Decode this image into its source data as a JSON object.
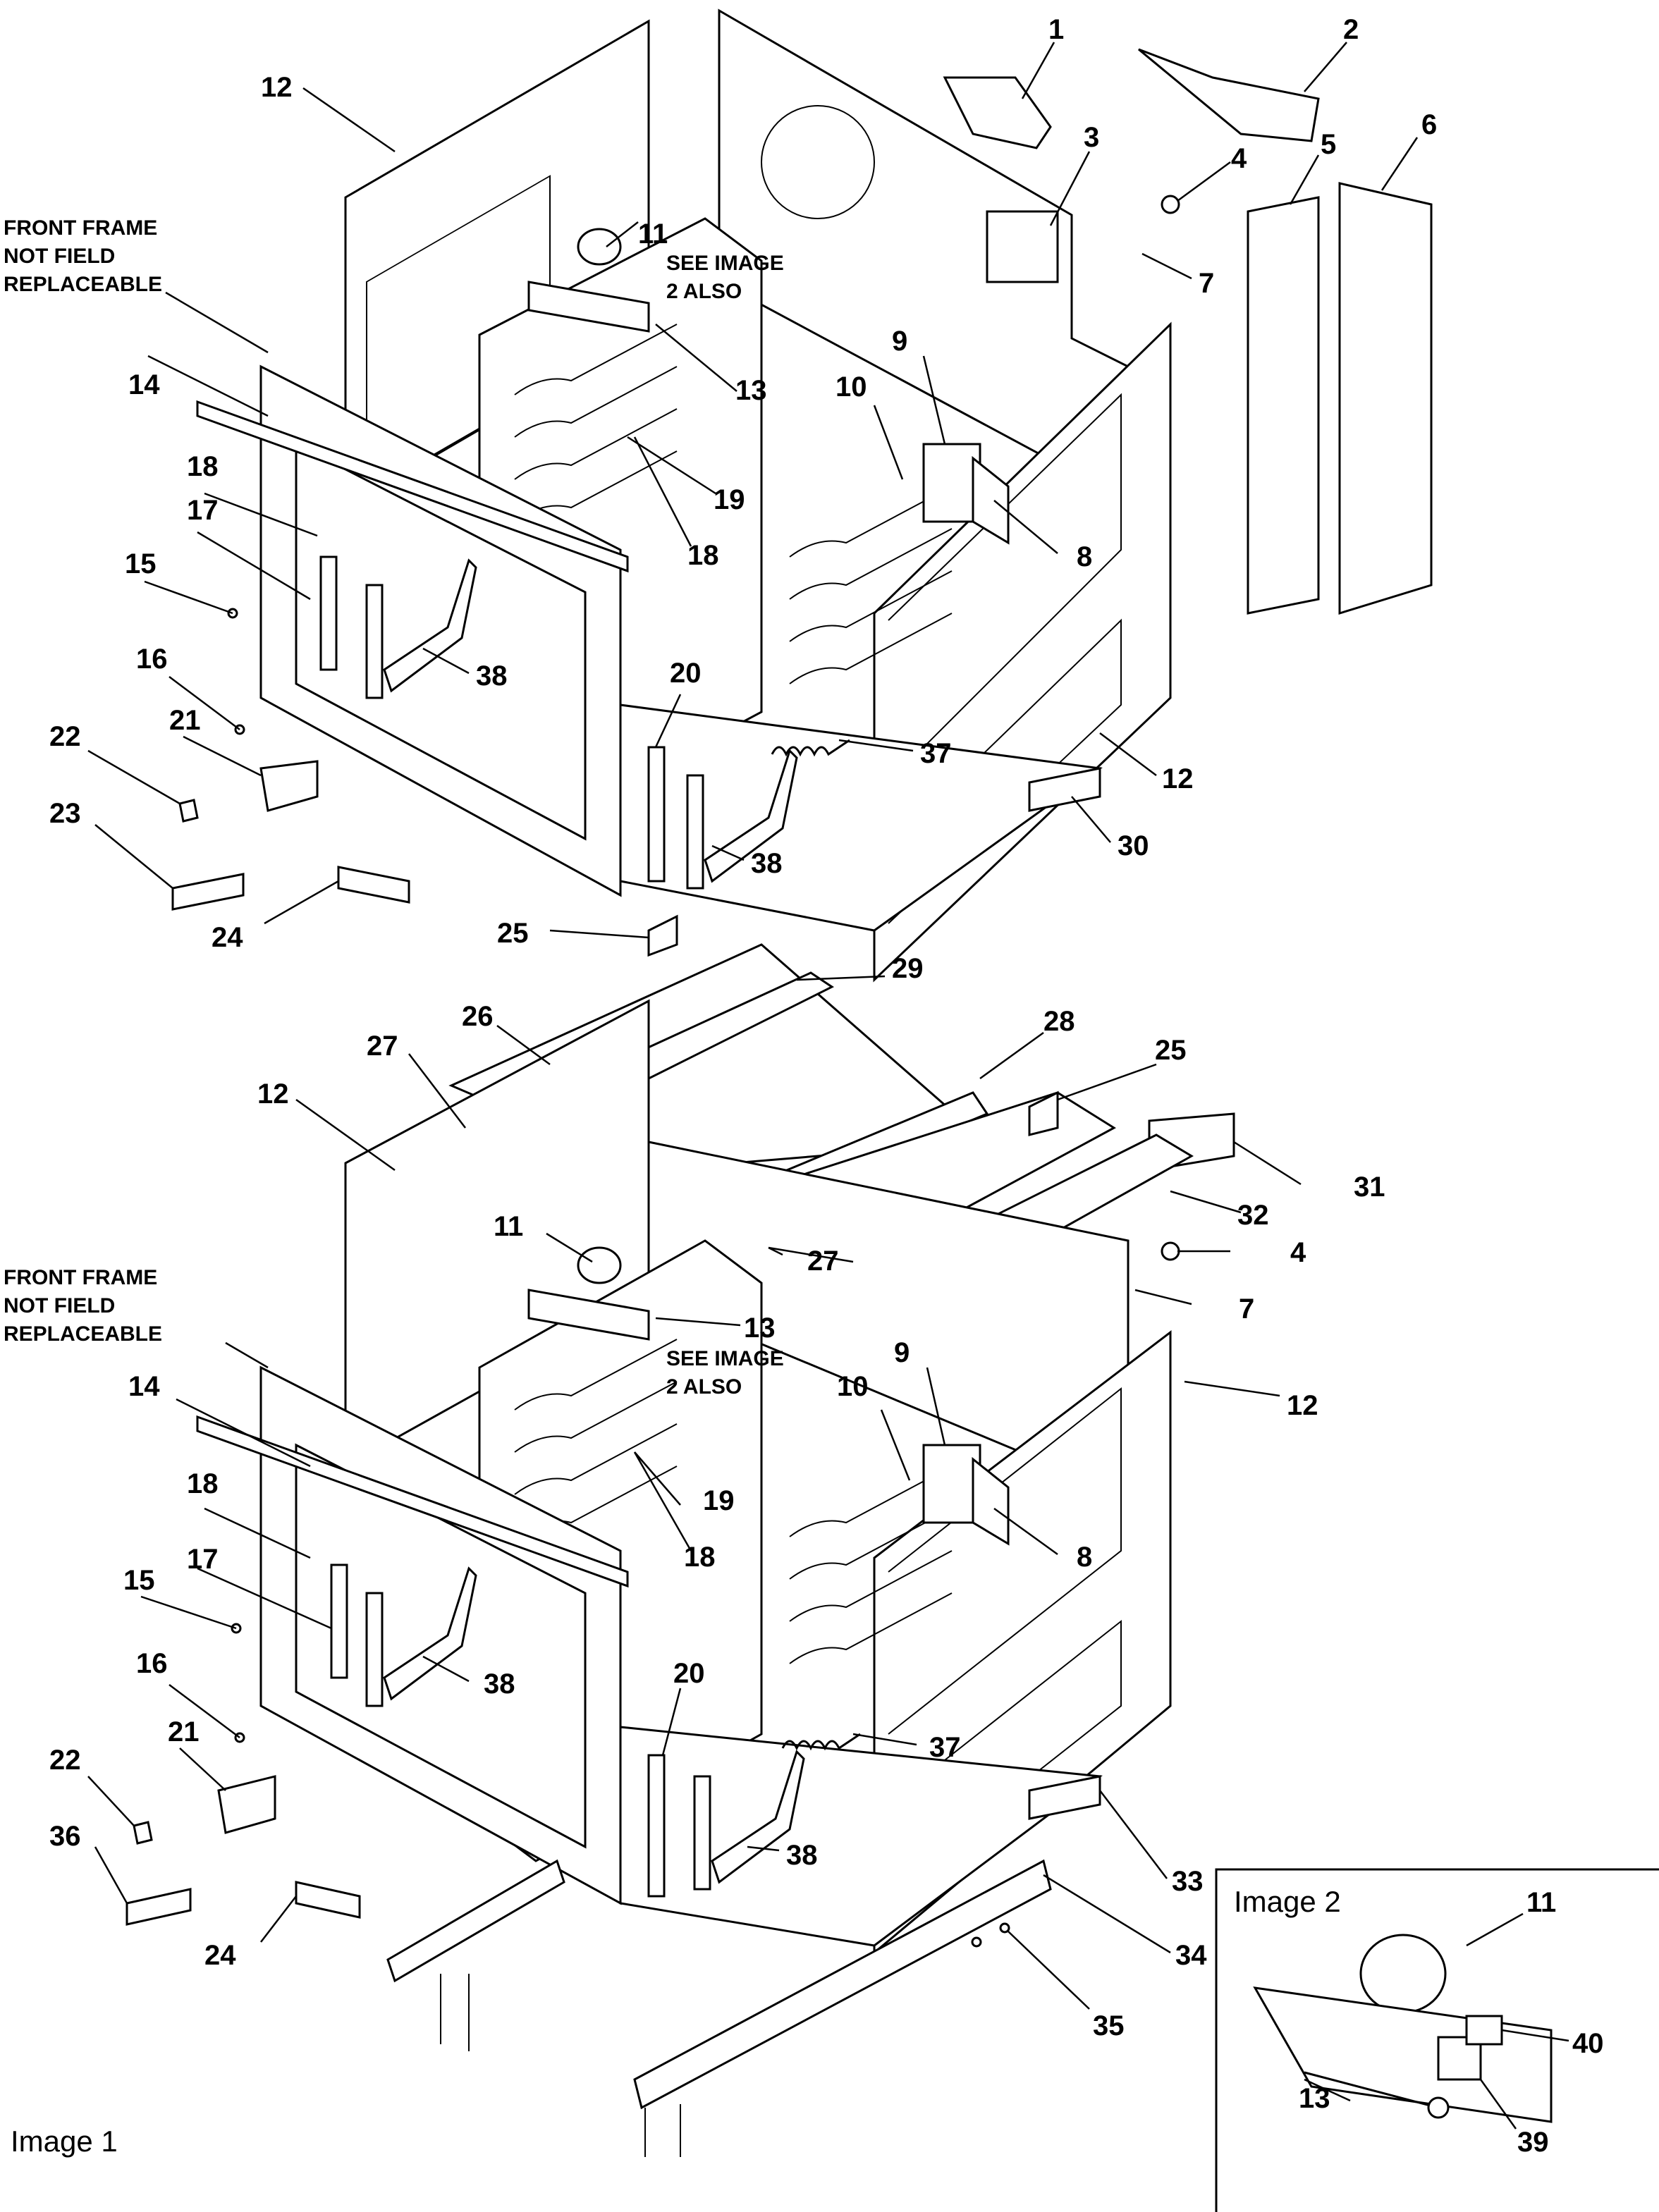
{
  "callouts": {
    "n1": "1",
    "n2": "2",
    "n3": "3",
    "n4": "4",
    "n5": "5",
    "n6": "6",
    "n7": "7",
    "n8": "8",
    "n9": "9",
    "n10": "10",
    "n11": "11",
    "n12": "12",
    "n13": "13",
    "n14": "14",
    "n15": "15",
    "n16": "16",
    "n17": "17",
    "n18": "18",
    "n19": "19",
    "n20": "20",
    "n21": "21",
    "n22": "22",
    "n23": "23",
    "n24": "24",
    "n25": "25",
    "n26": "26",
    "n27": "27",
    "n28": "28",
    "n29": "29",
    "n30": "30",
    "n31": "31",
    "n32": "32",
    "n33": "33",
    "n34": "34",
    "n35": "35",
    "n36": "36",
    "n37": "37",
    "n38": "38",
    "n39": "39",
    "n40": "40"
  },
  "notes": {
    "front_frame_line1": "FRONT FRAME",
    "front_frame_line2": "NOT FIELD",
    "front_frame_line3": "REPLACEABLE",
    "see_image_line1": "SEE IMAGE",
    "see_image_line2": "2 ALSO"
  },
  "labels": {
    "image1": "Image 1",
    "image2": "Image 2"
  }
}
